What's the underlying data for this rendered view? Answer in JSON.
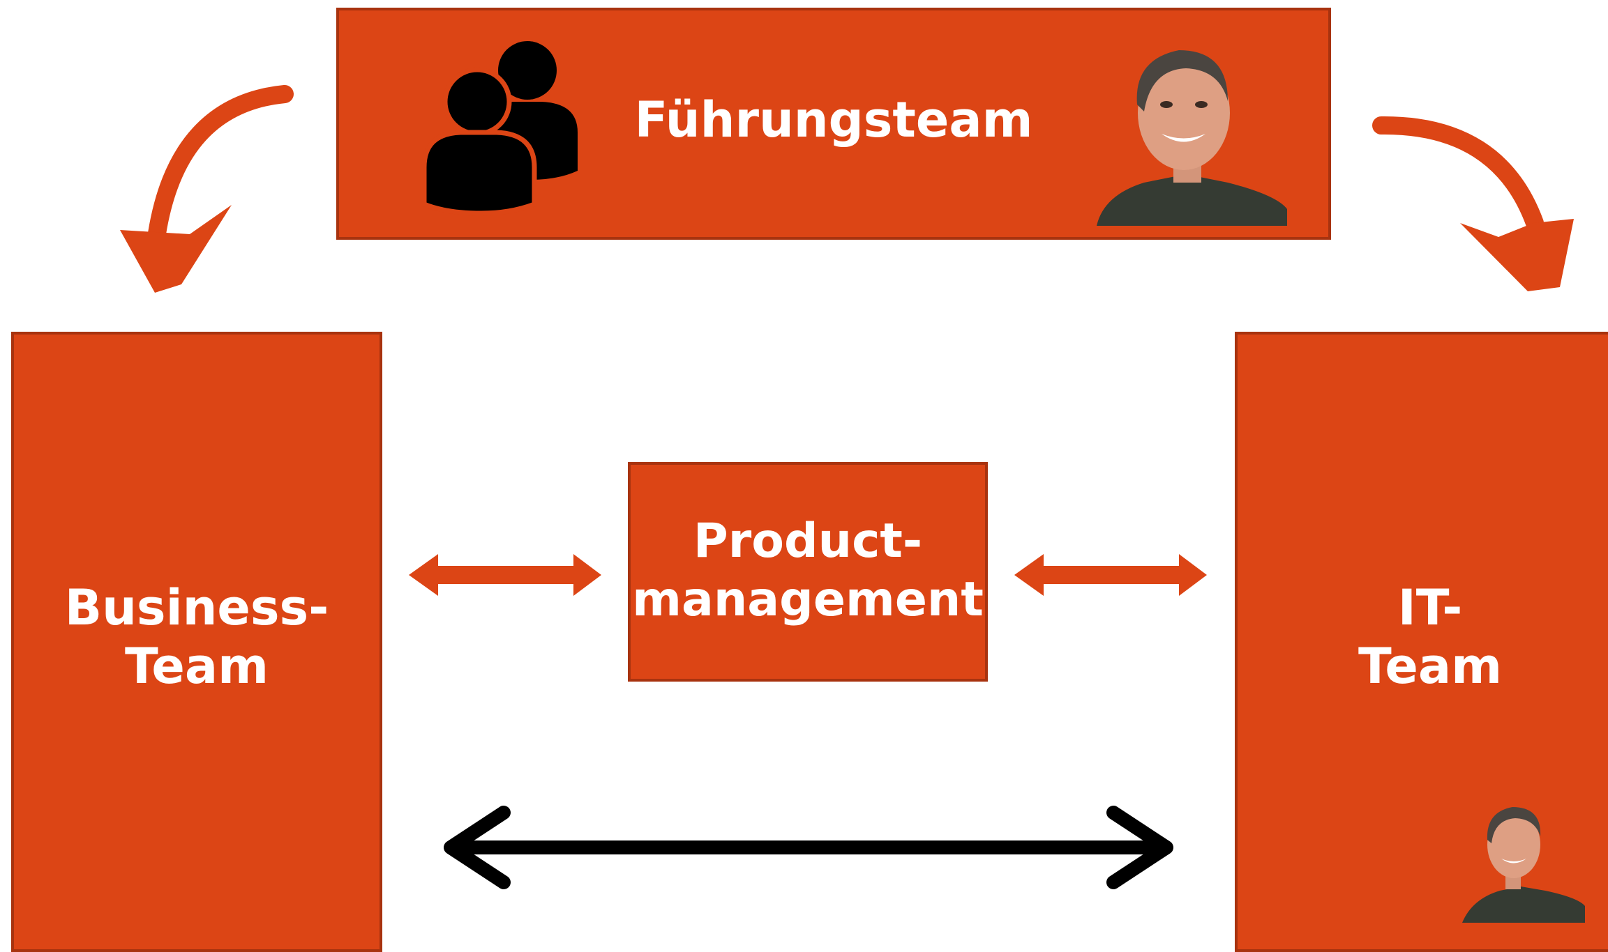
{
  "colors": {
    "box_fill": "#dc4515",
    "box_border": "#a8330f",
    "text": "#ffffff",
    "arrow_orange": "#dc4515",
    "arrow_black": "#000000"
  },
  "leadership": {
    "title": "Führungsteam",
    "group_icon": "people-group-icon",
    "photo": "person-photo"
  },
  "business_team": {
    "line1": "Business-",
    "line2": "Team"
  },
  "product_management": {
    "line1": "Product-",
    "line2": "management"
  },
  "it_team": {
    "line1": "IT-",
    "line2": "Team",
    "photo": "person-photo"
  },
  "arrows": [
    {
      "name": "curved-arrow-left",
      "from": "leadership",
      "to": "business_team",
      "style": "curved"
    },
    {
      "name": "curved-arrow-right",
      "from": "leadership",
      "to": "it_team",
      "style": "curved"
    },
    {
      "name": "double-arrow-left",
      "between": [
        "business_team",
        "product_management"
      ],
      "style": "bidirectional"
    },
    {
      "name": "double-arrow-right",
      "between": [
        "product_management",
        "it_team"
      ],
      "style": "bidirectional"
    },
    {
      "name": "double-arrow-bottom",
      "between": [
        "business_team",
        "it_team"
      ],
      "style": "bidirectional"
    }
  ]
}
